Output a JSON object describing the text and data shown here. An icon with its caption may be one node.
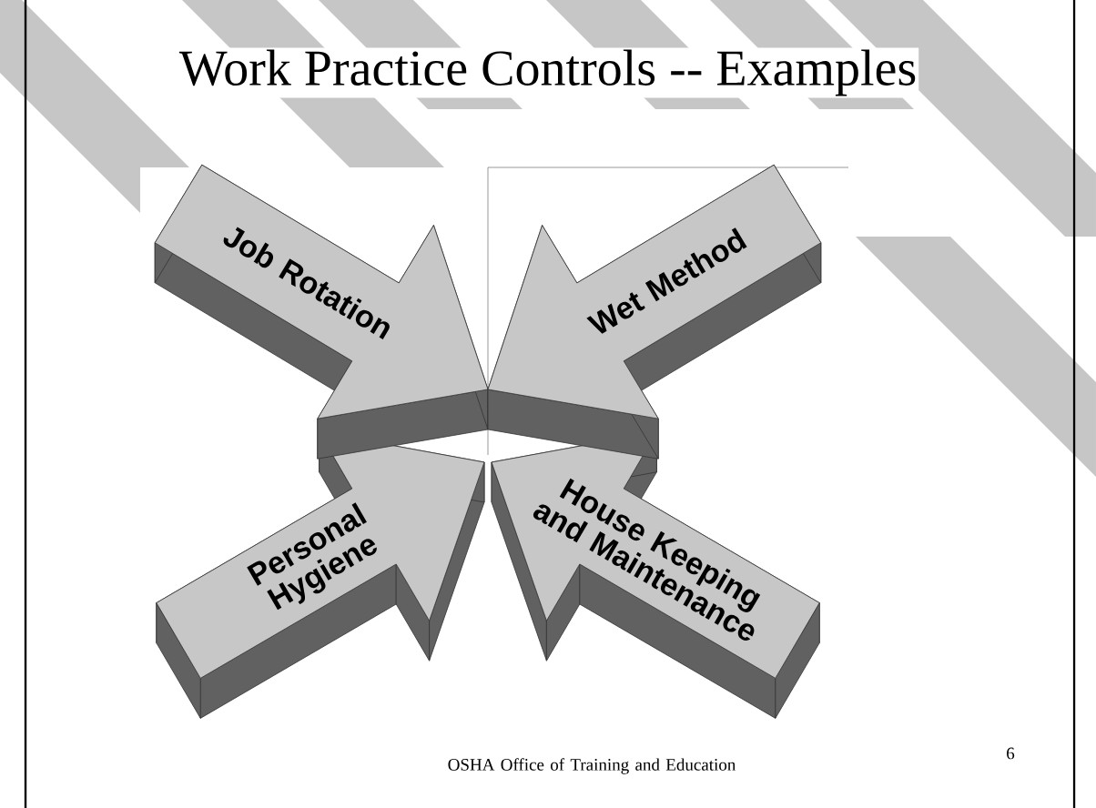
{
  "diagram": {
    "title": "Work Practice Controls -- Examples",
    "nodes": [
      {
        "text": [
          "Job Rotation"
        ]
      },
      {
        "text": [
          "Wet Method"
        ]
      },
      {
        "text": [
          "Personal Hygiene"
        ]
      },
      {
        "text": [
          "House Keeping and Maintenance"
        ]
      }
    ],
    "labels": [
      "OSHA Office of Training and Education",
      "6"
    ]
  }
}
